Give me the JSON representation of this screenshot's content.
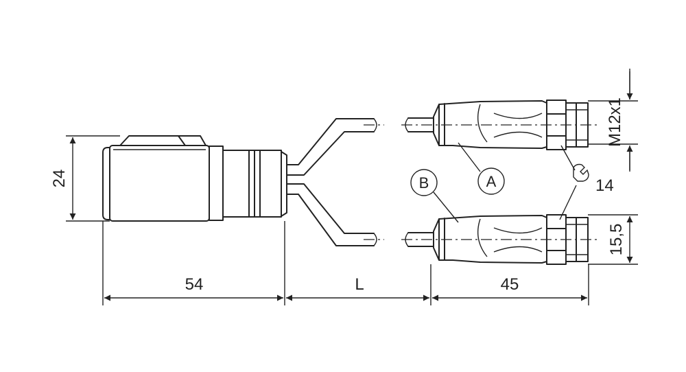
{
  "dimensions": {
    "left_connector_length": "54",
    "cable_length": "L",
    "right_connector_length": "45",
    "left_connector_diameter": "24",
    "thread": "M12x1",
    "wrench_size": "14",
    "nut_height": "15,5"
  },
  "callouts": {
    "a": "A",
    "b": "B"
  }
}
